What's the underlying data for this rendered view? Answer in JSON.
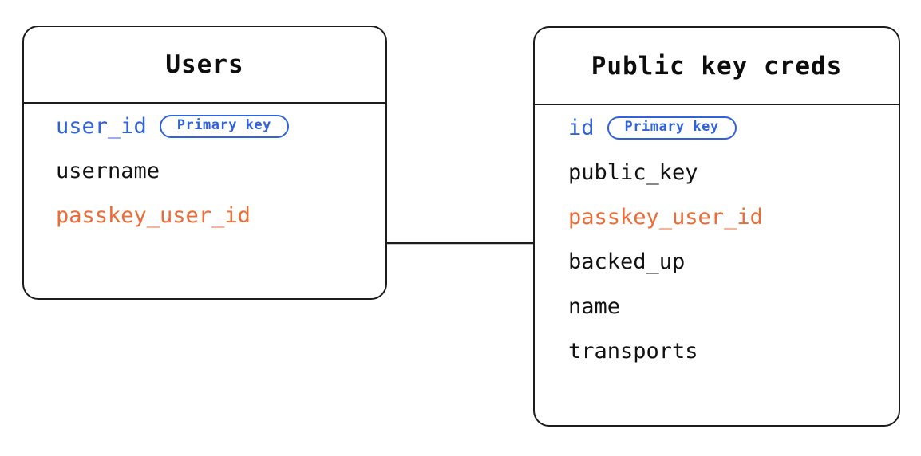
{
  "diagram": {
    "type": "entity-relationship",
    "background_color": "#ffffff",
    "line_color": "#1c1c1c",
    "key_color": "#2f62dd",
    "foreign_key_color": "#ed6b35",
    "text_color": "#121212"
  },
  "entities": [
    {
      "id": "users",
      "title": "Users",
      "fields": [
        {
          "name": "user_id",
          "role": "primary",
          "badge": "Primary key"
        },
        {
          "name": "username",
          "role": "plain",
          "badge": null
        },
        {
          "name": "passkey_user_id",
          "role": "foreign",
          "badge": null
        }
      ]
    },
    {
      "id": "public_key_creds",
      "title": "Public key creds",
      "fields": [
        {
          "name": "id",
          "role": "primary",
          "badge": "Primary key"
        },
        {
          "name": "public_key",
          "role": "plain",
          "badge": null
        },
        {
          "name": "passkey_user_id",
          "role": "foreign",
          "badge": null
        },
        {
          "name": "backed_up",
          "role": "plain",
          "badge": null
        },
        {
          "name": "name",
          "role": "plain",
          "badge": null
        },
        {
          "name": "transports",
          "role": "plain",
          "badge": null
        }
      ]
    }
  ],
  "relationships": [
    {
      "id": "users-to-public-key-creds",
      "from_entity": "users",
      "from_field": "passkey_user_id",
      "to_entity": "public_key_creds",
      "to_field": "passkey_user_id",
      "style": "solid"
    }
  ]
}
